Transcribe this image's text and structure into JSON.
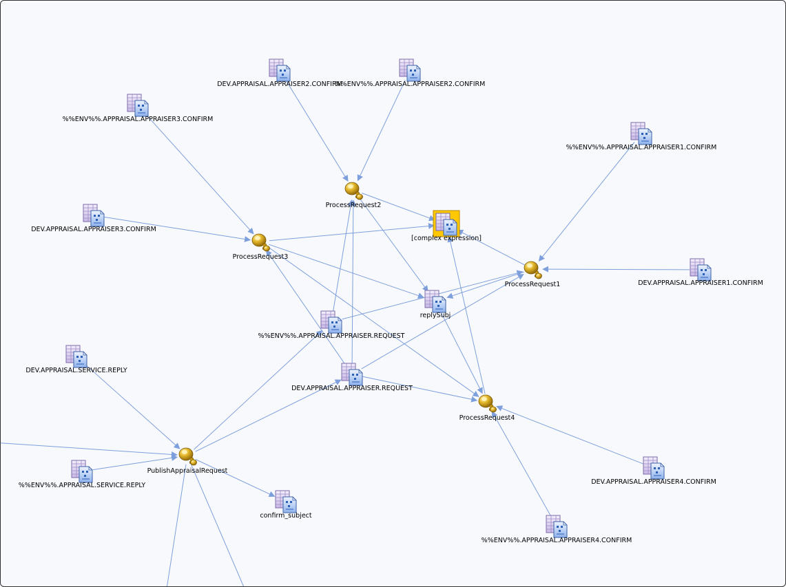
{
  "nodes": [
    {
      "id": "dev_a2c",
      "kind": "subject",
      "label": "DEV.APPRAISAL.APPRAISER2.CONFIRM"
    },
    {
      "id": "env_a2c",
      "kind": "subject",
      "label": "%%ENV%%.APPRAISAL.APPRAISER2.CONFIRM"
    },
    {
      "id": "env_a3c",
      "kind": "subject",
      "label": "%%ENV%%.APPRAISAL.APPRAISER3.CONFIRM"
    },
    {
      "id": "env_a1c",
      "kind": "subject",
      "label": "%%ENV%%.APPRAISAL.APPRAISER1.CONFIRM"
    },
    {
      "id": "pr2",
      "kind": "process",
      "label": "ProcessRequest2"
    },
    {
      "id": "complex",
      "kind": "subject",
      "label": "[complex expression]",
      "selected": true
    },
    {
      "id": "dev_a3c",
      "kind": "subject",
      "label": "DEV.APPRAISAL.APPRAISER3.CONFIRM"
    },
    {
      "id": "pr3",
      "kind": "process",
      "label": "ProcessRequest3"
    },
    {
      "id": "pr1",
      "kind": "process",
      "label": "ProcessRequest1"
    },
    {
      "id": "dev_a1c",
      "kind": "subject",
      "label": "DEV.APPRAISAL.APPRAISER1.CONFIRM"
    },
    {
      "id": "reply",
      "kind": "subject",
      "label": "replySubj"
    },
    {
      "id": "env_req",
      "kind": "subject",
      "label": "%%ENV%%.APPRAISAL.APPRAISER.REQUEST"
    },
    {
      "id": "dev_svc",
      "kind": "subject",
      "label": "DEV.APPRAISAL.SERVICE.REPLY"
    },
    {
      "id": "dev_req",
      "kind": "subject",
      "label": "DEV.APPRAISAL.APPRAISER.REQUEST"
    },
    {
      "id": "pr4",
      "kind": "process",
      "label": "ProcessRequest4"
    },
    {
      "id": "pub",
      "kind": "process",
      "label": "PublishAppraisalRequest"
    },
    {
      "id": "env_svc",
      "kind": "subject",
      "label": "%%ENV%%.APPRAISAL.SERVICE.REPLY"
    },
    {
      "id": "dev_a4c",
      "kind": "subject",
      "label": "DEV.APPRAISAL.APPRAISER4.CONFIRM"
    },
    {
      "id": "confirm",
      "kind": "subject",
      "label": "confirm_subject"
    },
    {
      "id": "env_a4c",
      "kind": "subject",
      "label": "%%ENV%%.APPRAISAL.APPRAISER4.CONFIRM"
    }
  ],
  "edges": [
    [
      "dev_a2c",
      "pr2"
    ],
    [
      "env_a2c",
      "pr2"
    ],
    [
      "pr2",
      "complex"
    ],
    [
      "pr2",
      "reply"
    ],
    [
      "env_a3c",
      "pr3"
    ],
    [
      "dev_a3c",
      "pr3"
    ],
    [
      "pr3",
      "complex"
    ],
    [
      "pr3",
      "reply"
    ],
    [
      "pr3",
      "pr4"
    ],
    [
      "env_a1c",
      "pr1"
    ],
    [
      "dev_a1c",
      "pr1"
    ],
    [
      "pr1",
      "complex"
    ],
    [
      "pr1",
      "reply"
    ],
    [
      "env_req",
      "pr2"
    ],
    [
      "env_req",
      "pr1"
    ],
    [
      "dev_req",
      "pr2"
    ],
    [
      "dev_req",
      "pr1"
    ],
    [
      "dev_req",
      "pr3"
    ],
    [
      "dev_req",
      "pr4"
    ],
    [
      "reply",
      "pr4"
    ],
    [
      "pr4",
      "complex"
    ],
    [
      "dev_a4c",
      "pr4"
    ],
    [
      "env_a4c",
      "pr4"
    ],
    [
      "dev_svc",
      "pub"
    ],
    [
      "env_svc",
      "pub"
    ],
    [
      "offscreen_left",
      "pub"
    ],
    [
      "pub",
      "confirm"
    ],
    [
      "pub",
      "env_req"
    ],
    [
      "pub",
      "dev_req"
    ],
    [
      "pub",
      "offscreen_bottom_1"
    ],
    [
      "pub",
      "offscreen_bottom_2"
    ]
  ],
  "colors": {
    "edge": "#7d9fdb",
    "canvas_bg": "#f8f9fd",
    "selection": "#ffc800",
    "process_gold": "#d4a20a",
    "subject_blue": "#9bbcf0",
    "subject_purple": "#b7a6d6"
  },
  "icons": {
    "subject": "subject-document-icon",
    "process": "process-gear-icon"
  }
}
